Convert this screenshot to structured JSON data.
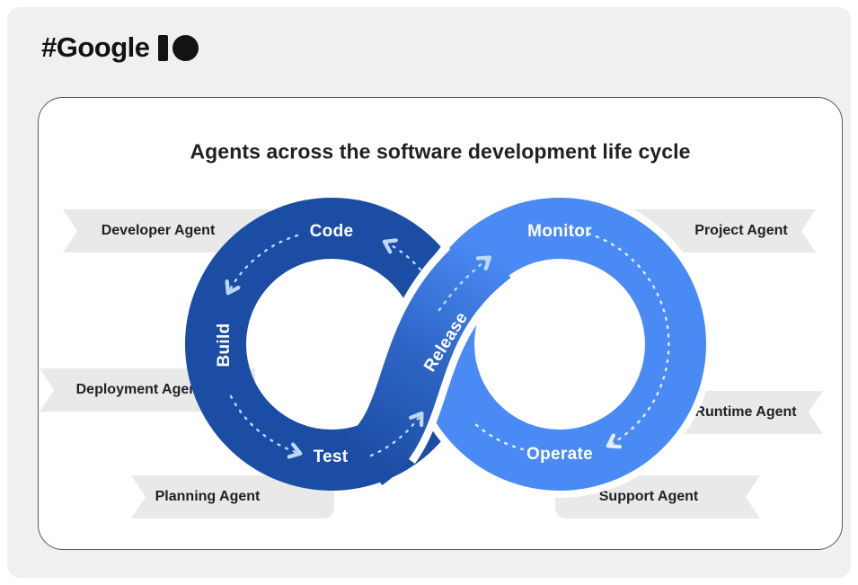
{
  "header": {
    "logo_text": "#Google"
  },
  "title": "Agents across the software development life cycle",
  "loop_labels": {
    "code": "Code",
    "build": "Build",
    "test": "Test",
    "release": "Release",
    "monitor": "Monitor",
    "operate": "Operate"
  },
  "agent_ribbons": {
    "developer": "Developer Agent",
    "deployment": "Deployment Agent",
    "planning": "Planning Agent",
    "project": "Project Agent",
    "runtime": "Runtime Agent",
    "support": "Support Agent"
  },
  "colors": {
    "page-bg": "#f0f0f1",
    "card-border": "#595959",
    "text-dark": "#202124",
    "ribbon-bg": "#e9e9ea",
    "left-loop": "#1c4da4",
    "right-loop": "#4a8af4",
    "release-start": "#1c4da4",
    "release-mid": "#2e66c6",
    "release-end": "#4a8af4",
    "dash-dark-ring": "#bfd7f8",
    "dash-light-ring": "#e4eefe"
  }
}
